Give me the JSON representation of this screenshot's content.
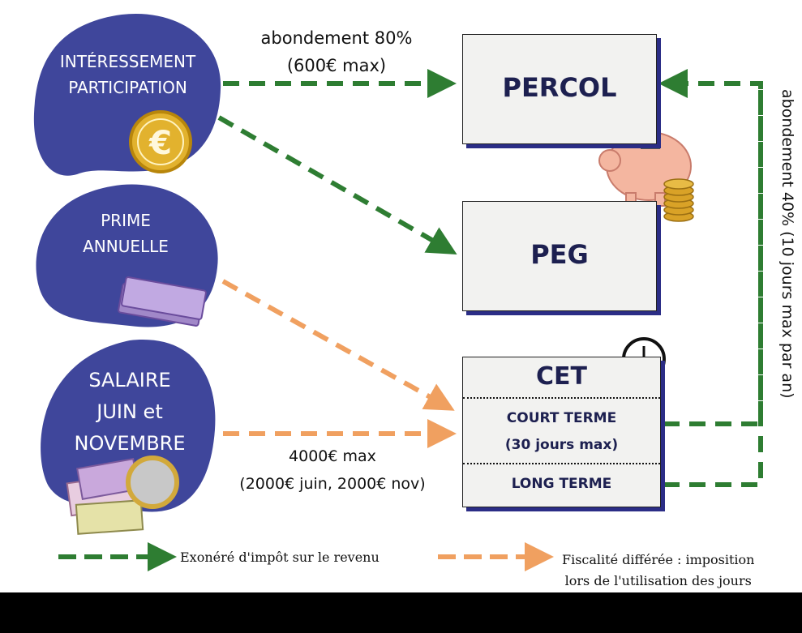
{
  "sources": {
    "interessement": {
      "line1": "INTÉRESSEMENT",
      "line2": "PARTICIPATION"
    },
    "prime": {
      "line1": "PRIME",
      "line2": "ANNUELLE"
    },
    "salaire": {
      "line1": "SALAIRE",
      "line2": "JUIN et",
      "line3": "NOVEMBRE"
    }
  },
  "targets": {
    "percol": "PERCOL",
    "peg": "PEG",
    "cet": {
      "title": "CET",
      "court_line1": "COURT TERME",
      "court_line2": "(30 jours max)",
      "long": "LONG TERME"
    }
  },
  "annotations": {
    "abondement80_line1": "abondement 80%",
    "abondement80_line2": "(600€ max)",
    "salaire_line1": "4000€ max",
    "salaire_line2": "(2000€ juin, 2000€ nov)",
    "abondement40": "abondement 40% (10 jours  max par an)"
  },
  "legend": {
    "green_label": "Exonéré d'impôt sur le revenu",
    "orange_line1": "Fiscalité différée : imposition",
    "orange_line2": "lors de l'utilisation des jours"
  },
  "colors": {
    "blob": "#3f469b",
    "green": "#2e7d32",
    "orange": "#f0a060",
    "box_shadow": "#2b2d86",
    "text_dark": "#1d2050"
  },
  "icons": [
    "euro-coin-icon",
    "piggy-bank-icon",
    "coin-stack-icon",
    "banknote-icon",
    "clock-icon"
  ]
}
